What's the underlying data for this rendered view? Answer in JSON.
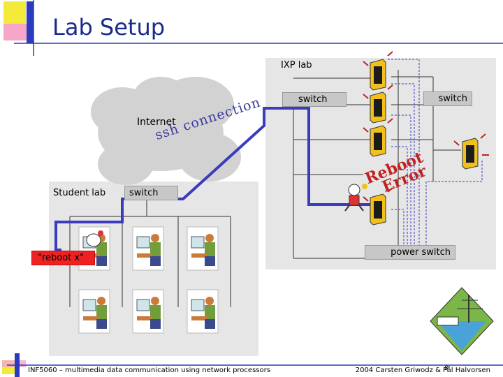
{
  "slide": {
    "title": "Lab Setup",
    "footer_left": "INF5060 – multimedia data communication using network processors",
    "footer_right": "2004  Carsten Griwodz & Pål Halvorsen",
    "page_number": "8"
  },
  "labels": {
    "ixp_lab": "IXP lab",
    "switch_left": "switch",
    "switch_right": "switch",
    "internet": "Internet",
    "ssh_connection": "ssh connection",
    "student_lab": "Student lab",
    "student_switch": "switch",
    "reboot_cmd": "\"reboot x\"",
    "power_switch": "power switch",
    "reboot_word": "Reboot",
    "error_word": "Error"
  },
  "colors": {
    "title": "#1a2a8c",
    "ssh_line": "#3b3bbd",
    "lab_bg": "#e6e6e6",
    "cloud": "#d2d2d2",
    "server": "#f2c01c",
    "reboot_red": "#c02222"
  },
  "icons": {
    "server": "server-tower-icon",
    "workstation": "person-at-computer-icon",
    "power": "power-station-icon",
    "mascot": "cartoon-mascot-icon"
  }
}
